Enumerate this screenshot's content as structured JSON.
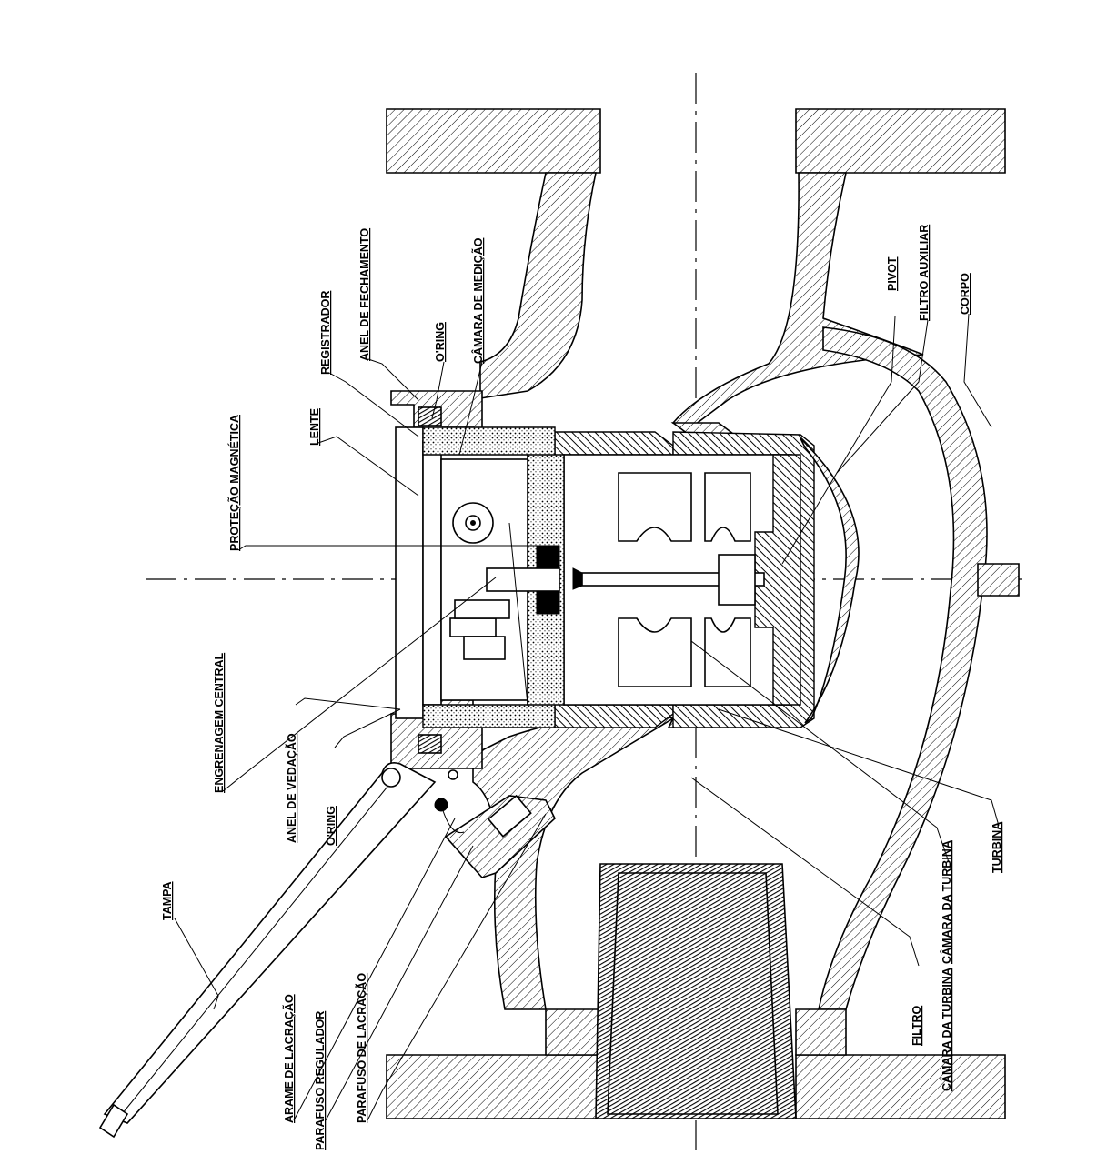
{
  "labels": {
    "tampa": "TAMPA",
    "engrenagem_central": "ENGRENAGEM CENTRAL",
    "arame_de_lacracao": "ARAME DE LACRAÇÃO",
    "parafuso_regulador": "PARAFUSO REGULADOR",
    "parafuso_de_lacracao": "PARAFUSO DE LACRAÇÃO",
    "protecao_magnetica": "PROTEÇÃO MAGNÉTICA",
    "lente": "LENTE",
    "registrador": "REGISTRADOR",
    "anel_de_fechamento": "ANEL DE FECHAMENTO",
    "oring_top": "O'RING",
    "camara_de_medicao": "CÂMARA DE MEDIÇÃO",
    "anel_de_vedacao": "ANEL DE VEDAÇÃO",
    "oring_bottom": "O'RING",
    "pivot": "PIVOT",
    "filtro_auxiliar": "FILTRO AUXILIAR",
    "corpo": "CORPO",
    "turbina": "TURBINA",
    "camara_da_turbina": "CÂMARA DA TURBINA",
    "camara_da_turbina_2": "CÂMARA DA TURBINA",
    "filtro": "FILTRO"
  }
}
